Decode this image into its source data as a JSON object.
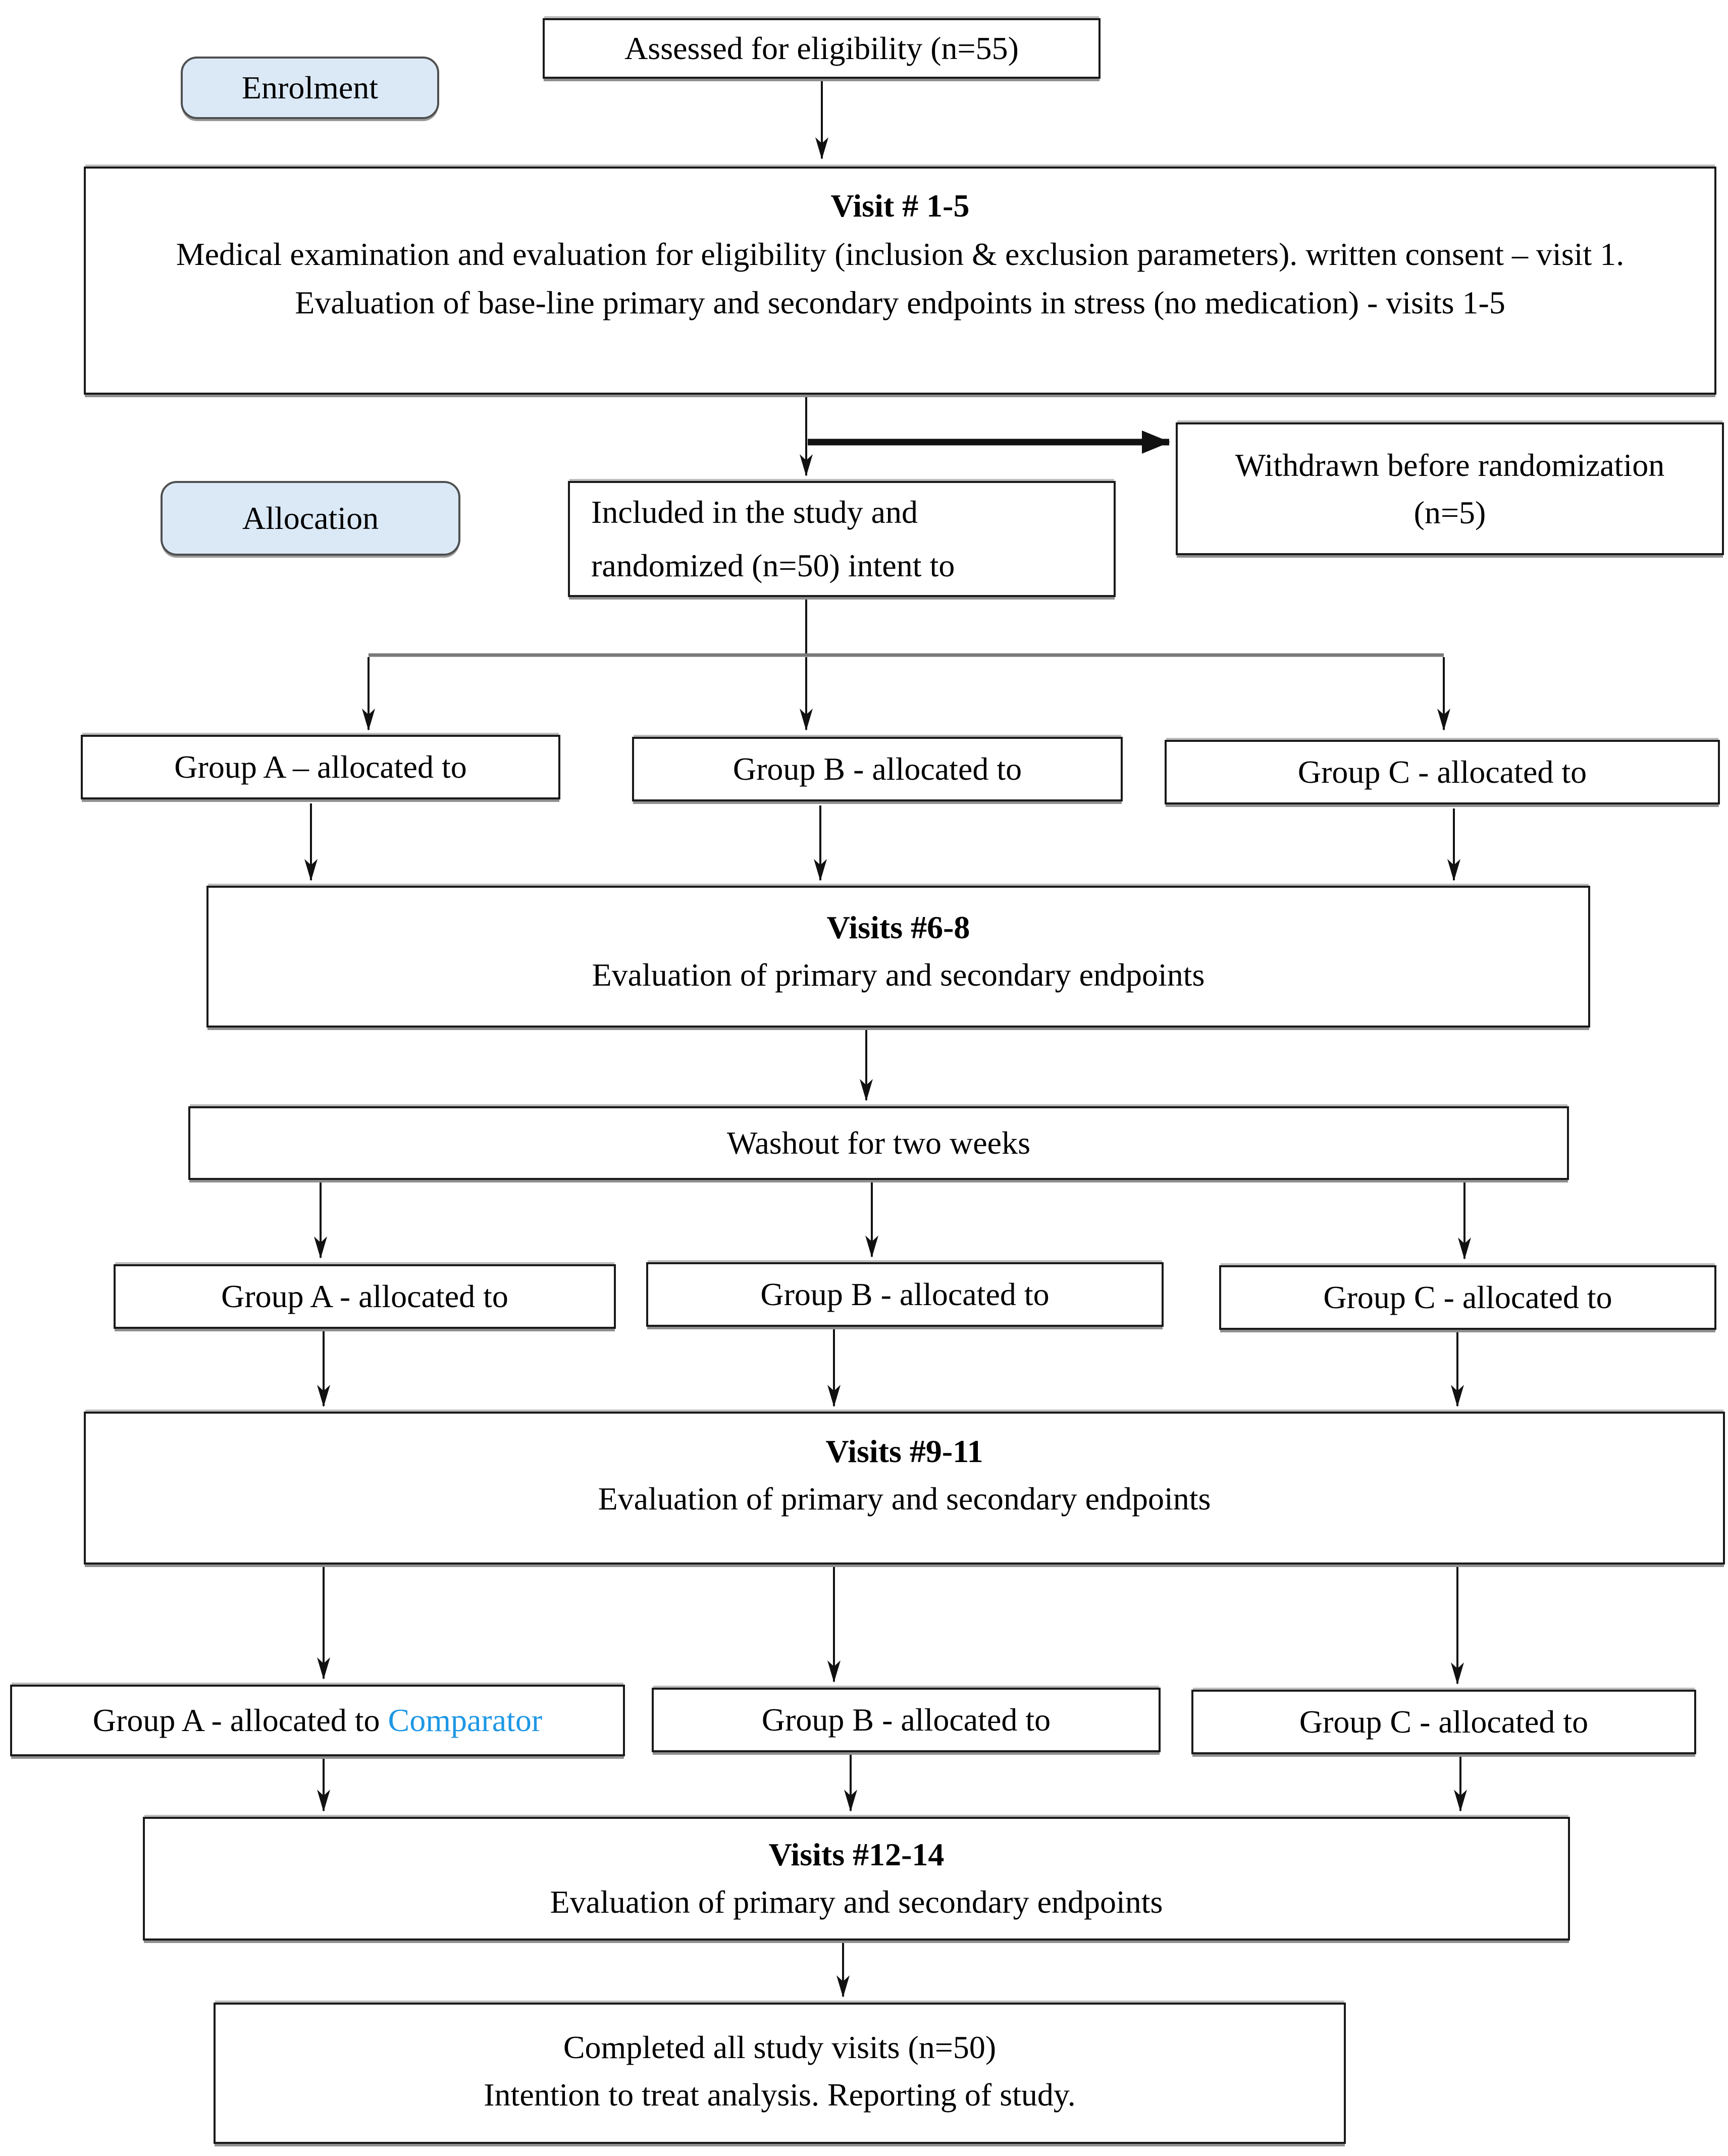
{
  "palette": {
    "comparator_blue": "#1e97e4",
    "label_fill": "#dbe9f7",
    "label_border": "#4f4f4f",
    "box_border": "#1a1a1a",
    "connector": "#111111",
    "distribution_line": "#7a7a7a",
    "shadow": "#8f8f8f"
  },
  "stage_labels": {
    "enrolment": "Enrolment",
    "allocation": "Allocation"
  },
  "flow": {
    "assessed": "Assessed for eligibility (n=55)",
    "visit_1_5": {
      "title": "Visit # 1-5",
      "body": "Medical examination and evaluation for eligibility (inclusion & exclusion parameters). written consent – visit 1.  Evaluation of base-line primary and secondary endpoints in stress (no medication) -  visits 1-5"
    },
    "withdrawn": {
      "line1": "Withdrawn before randomization",
      "line2": "(n=5)"
    },
    "included": {
      "line1": "Included in the study and",
      "line2": "randomized (n=50) intent to"
    },
    "allocation_row_1": {
      "group_a": "Group A – allocated to",
      "group_b": "Group B - allocated to",
      "group_c": "Group C - allocated to"
    },
    "visits_6_8": {
      "title": "Visits #6-8",
      "body": "Evaluation of primary and secondary endpoints"
    },
    "washout": "Washout for two weeks",
    "allocation_row_2": {
      "group_a": "Group A - allocated to",
      "group_b": "Group B - allocated to",
      "group_c": "Group C - allocated to"
    },
    "visits_9_11": {
      "title": "Visits #9-11",
      "body": "Evaluation of primary and secondary endpoints"
    },
    "allocation_row_3": {
      "group_a_prefix": "Group A - allocated to ",
      "group_a_comparator": "Comparator",
      "group_b": "Group B - allocated to",
      "group_c": "Group C - allocated to"
    },
    "visits_12_14": {
      "title": "Visits #12-14",
      "body": "Evaluation of primary and secondary endpoints"
    },
    "completed": {
      "line1": "Completed all study visits (n=50)",
      "line2": "Intention to treat analysis. Reporting of study."
    }
  }
}
